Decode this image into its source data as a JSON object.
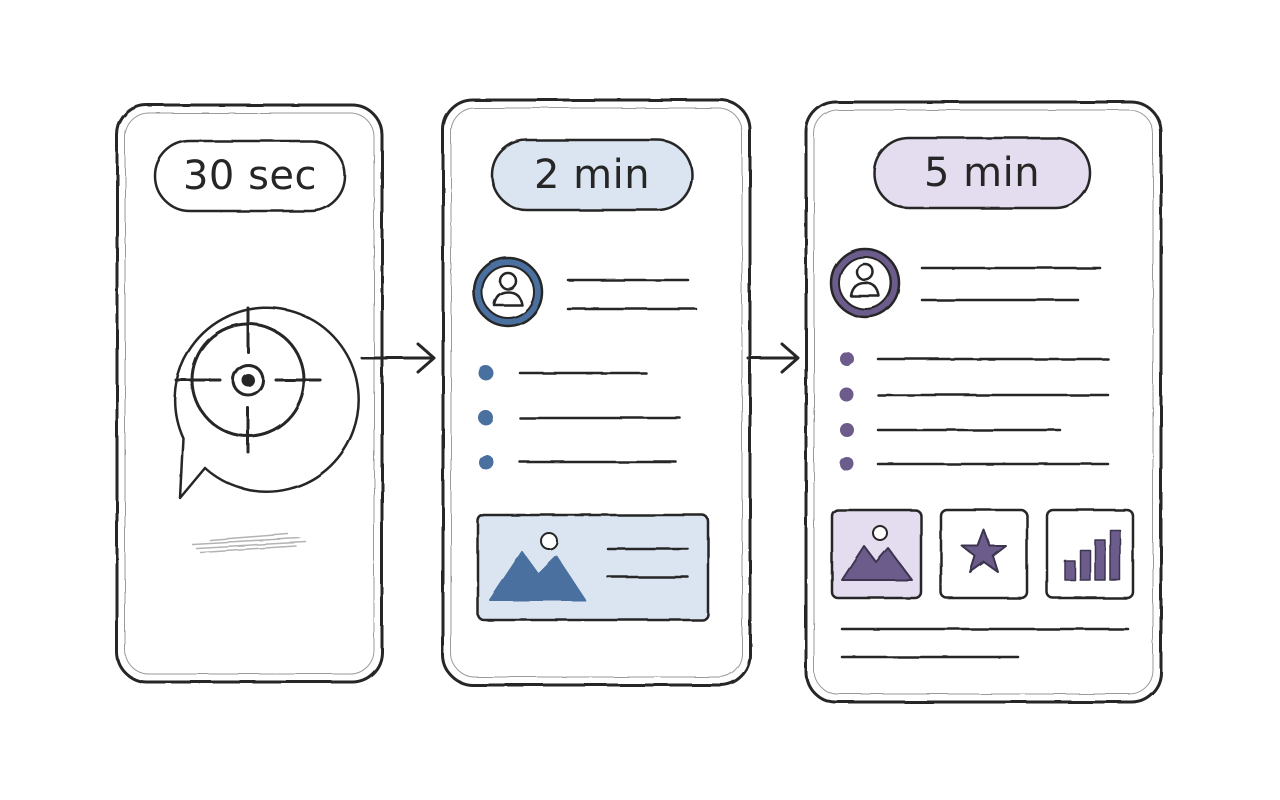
{
  "panels": [
    {
      "label": "30 sec",
      "accent": "#262626"
    },
    {
      "label": "2 min",
      "accent": "#4a6f9e",
      "fill": "#dbe5f2"
    },
    {
      "label": "5 min",
      "accent": "#6c5b8c",
      "fill": "#e4dcef"
    }
  ],
  "colors": {
    "ink": "#262626",
    "blue": "#4a6f9e",
    "blue_light": "#dbe5f2",
    "purple": "#6c5b8c",
    "purple_light": "#e4dcef"
  },
  "icons": {
    "panel1": [
      "speech-bubble-icon",
      "crosshair-icon"
    ],
    "panel2": [
      "avatar-icon",
      "bullet-icon",
      "mountain-image-icon"
    ],
    "panel3": [
      "avatar-icon",
      "bullet-icon",
      "mountain-image-icon",
      "star-icon",
      "bar-chart-icon"
    ],
    "connectors": [
      "arrow-right-icon"
    ]
  }
}
